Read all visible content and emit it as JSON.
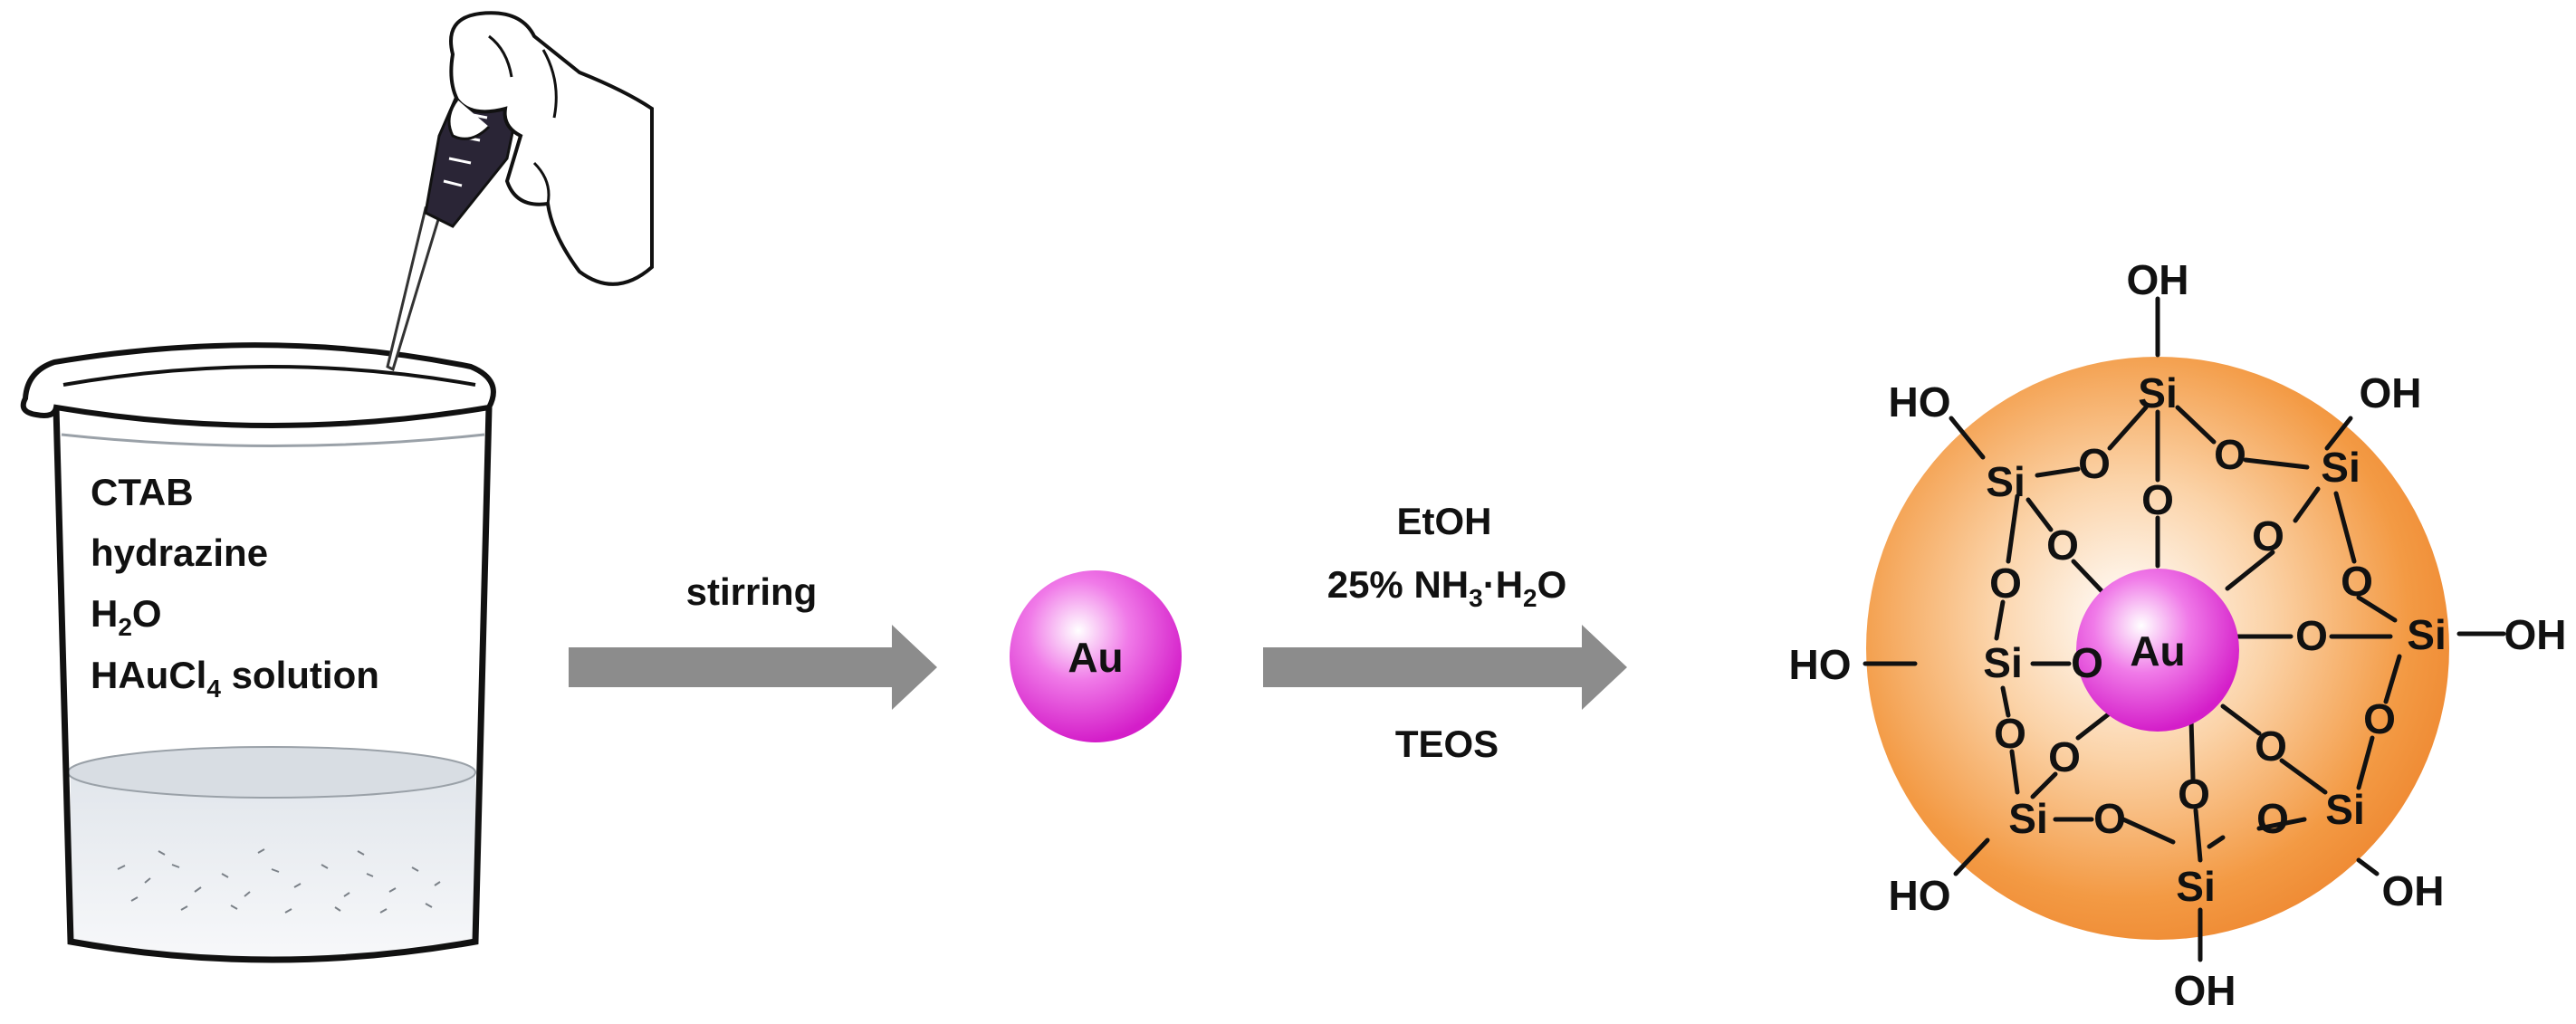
{
  "beaker": {
    "reagents": [
      {
        "main": "CTAB",
        "sub": "",
        "tail": ""
      },
      {
        "main": "hydrazine",
        "sub": "",
        "tail": ""
      },
      {
        "main": "H",
        "sub": "2",
        "tail": "O"
      },
      {
        "main": "HAuCl",
        "sub": "4",
        "tail": " solution"
      }
    ]
  },
  "step1": {
    "condition": "stirring"
  },
  "gold_particle": {
    "label": "Au",
    "color": "#e23cdc"
  },
  "step2": {
    "solvent": "EtOH",
    "base": {
      "prefix": "25% NH",
      "sub1": "3",
      "mid": "·H",
      "sub2": "2",
      "tail": "O"
    },
    "precursor": "TEOS"
  },
  "core_shell": {
    "core_label": "Au",
    "shell_color": "#f39a44",
    "silicon_label": "Si",
    "oxygen_label": "O",
    "hydroxyl_label": "OH",
    "hydroxyl_label_left": "HO"
  },
  "colors": {
    "arrow": "#8c8c8c",
    "glove": "#ffffff",
    "pipette": "#2a2536"
  }
}
